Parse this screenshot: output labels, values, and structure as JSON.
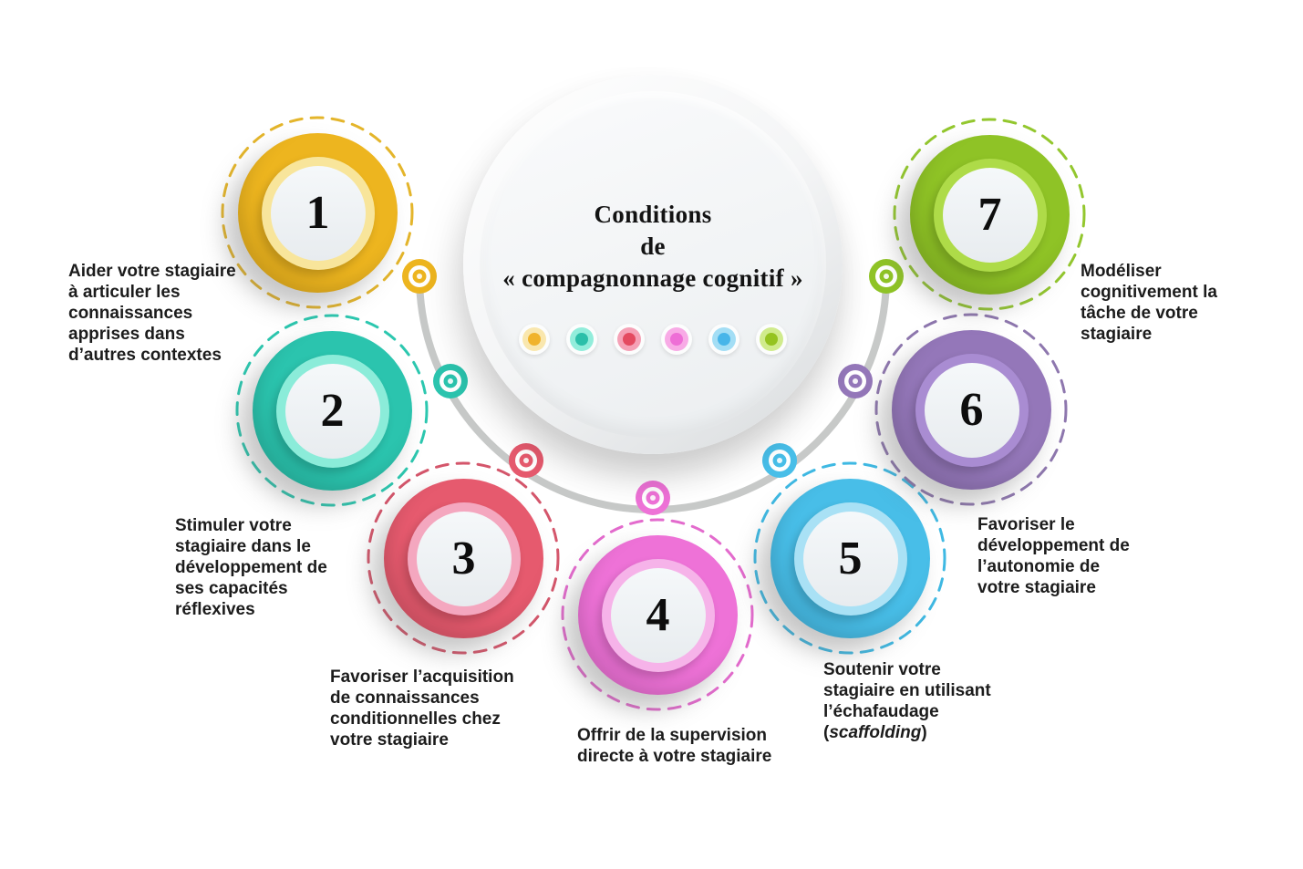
{
  "title": {
    "lines": [
      "Conditions",
      "de",
      "« compagnonnage cognitif »"
    ]
  },
  "arc_color": "#c7c9c8",
  "steps": [
    {
      "number": "1",
      "label_lines": [
        "Aider votre stagiaire",
        "à articuler les",
        "connaissances",
        "apprises dans",
        "d’autres contextes"
      ],
      "colors": {
        "main": "#EDB51F",
        "pale": "#F8E59B",
        "dash": "#E4B52B"
      }
    },
    {
      "number": "2",
      "label_lines": [
        "Stimuler votre",
        "stagiaire dans le",
        "développement de",
        "ses capacités",
        "réflexives"
      ],
      "colors": {
        "main": "#2BC4AE",
        "pale": "#8BECD9",
        "dash": "#2CC7AF"
      }
    },
    {
      "number": "3",
      "label_lines": [
        "Favoriser l’acquisition",
        "de connaissances",
        "conditionnelles chez",
        "votre stagiaire"
      ],
      "colors": {
        "main": "#E65A6E",
        "pale": "#F4A7BF",
        "dash": "#D4566B"
      }
    },
    {
      "number": "4",
      "label_lines": [
        "Offrir de la supervision",
        "directe à votre stagiaire"
      ],
      "colors": {
        "main": "#EE72D7",
        "pale": "#F6B3E9",
        "dash": "#E36BCD"
      }
    },
    {
      "number": "5",
      "label_lines": [
        "Soutenir votre",
        "stagiaire en utilisant",
        "l’échafaudage"
      ],
      "label_final": {
        "open": "(",
        "word": "scaffolding",
        "close": ")"
      },
      "colors": {
        "main": "#48BEE8",
        "pale": "#A9E1F5",
        "dash": "#3FB9E3"
      }
    },
    {
      "number": "6",
      "label_lines": [
        "Favoriser le",
        "développement de",
        "l’autonomie de",
        "votre stagiaire"
      ],
      "colors": {
        "main": "#9477B9",
        "pale": "#A98CD2",
        "dash": "#8E77AE"
      }
    },
    {
      "number": "7",
      "label_lines": [
        "Modéliser",
        "cognitivement la",
        "tâche de votre",
        "stagiaire"
      ],
      "colors": {
        "main": "#8FC326",
        "pale": "#AEDB48",
        "dash": "#93C72E"
      }
    }
  ],
  "center_dots": [
    {
      "main": "#F0B32B",
      "pale": "#F9E7AE"
    },
    {
      "main": "#2BBFA9",
      "pale": "#92EDDB"
    },
    {
      "main": "#E44A60",
      "pale": "#F5A1B6"
    },
    {
      "main": "#EE6ED6",
      "pale": "#F8ABE6"
    },
    {
      "main": "#47B5E9",
      "pale": "#A3DEF5"
    },
    {
      "main": "#95C320",
      "pale": "#D0EB8C"
    }
  ]
}
